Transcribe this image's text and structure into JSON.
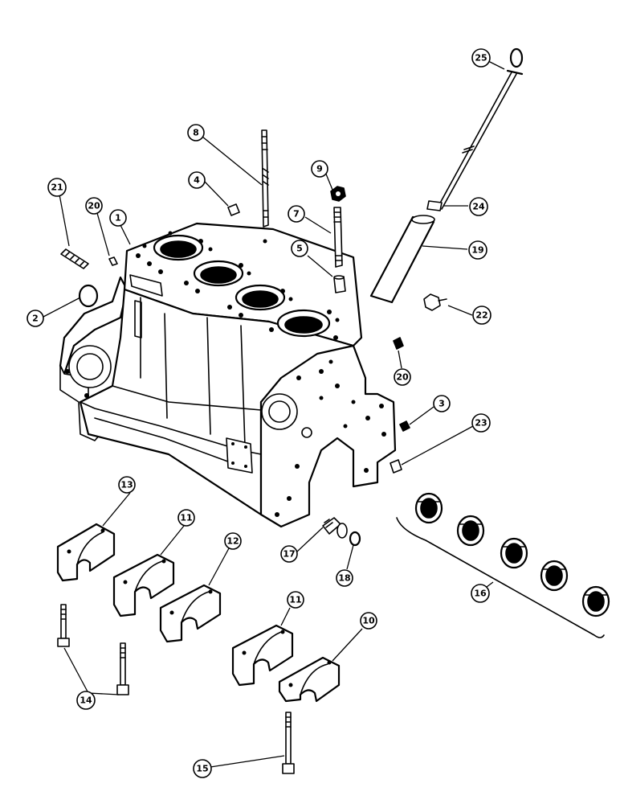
{
  "callouts": [
    {
      "id": "c25",
      "label": "25"
    },
    {
      "id": "c8",
      "label": "8"
    },
    {
      "id": "c9",
      "label": "9"
    },
    {
      "id": "c4",
      "label": "4"
    },
    {
      "id": "c24",
      "label": "24"
    },
    {
      "id": "c21",
      "label": "21"
    },
    {
      "id": "c20a",
      "label": "20"
    },
    {
      "id": "c1",
      "label": "1"
    },
    {
      "id": "c7",
      "label": "7"
    },
    {
      "id": "c19",
      "label": "19"
    },
    {
      "id": "c5",
      "label": "5"
    },
    {
      "id": "c2",
      "label": "2"
    },
    {
      "id": "c22",
      "label": "22"
    },
    {
      "id": "c20b",
      "label": "20"
    },
    {
      "id": "c3",
      "label": "3"
    },
    {
      "id": "c23",
      "label": "23"
    },
    {
      "id": "c13",
      "label": "13"
    },
    {
      "id": "c11a",
      "label": "11"
    },
    {
      "id": "c12",
      "label": "12"
    },
    {
      "id": "c17",
      "label": "17"
    },
    {
      "id": "c18",
      "label": "18"
    },
    {
      "id": "c16",
      "label": "16"
    },
    {
      "id": "c11b",
      "label": "11"
    },
    {
      "id": "c10",
      "label": "10"
    },
    {
      "id": "c14",
      "label": "14"
    },
    {
      "id": "c15",
      "label": "15"
    }
  ]
}
